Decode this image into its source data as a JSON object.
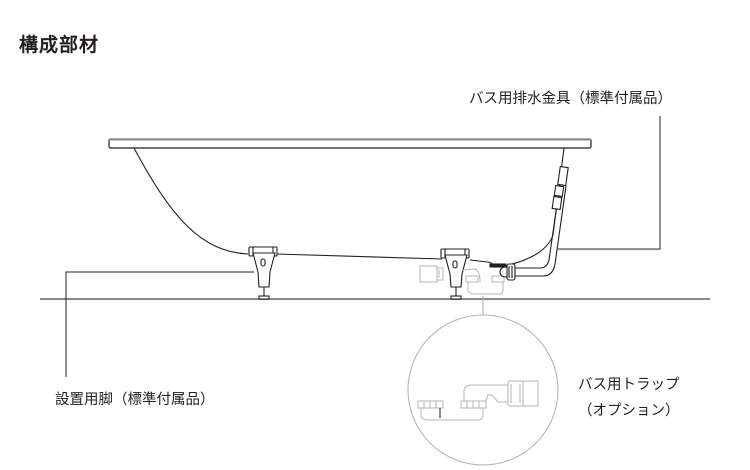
{
  "title": "構成部材",
  "labels": {
    "drain_fitting": "バス用排水金具（標準付属品）",
    "install_legs": "設置用脚（標準付属品）",
    "bath_trap_line1": "バス用トラップ",
    "bath_trap_line2": "（オプション）"
  },
  "colors": {
    "line_dark": "#231f20",
    "line_gray": "#8a8a8a",
    "line_light": "#b5b5b5",
    "background": "#ffffff"
  }
}
